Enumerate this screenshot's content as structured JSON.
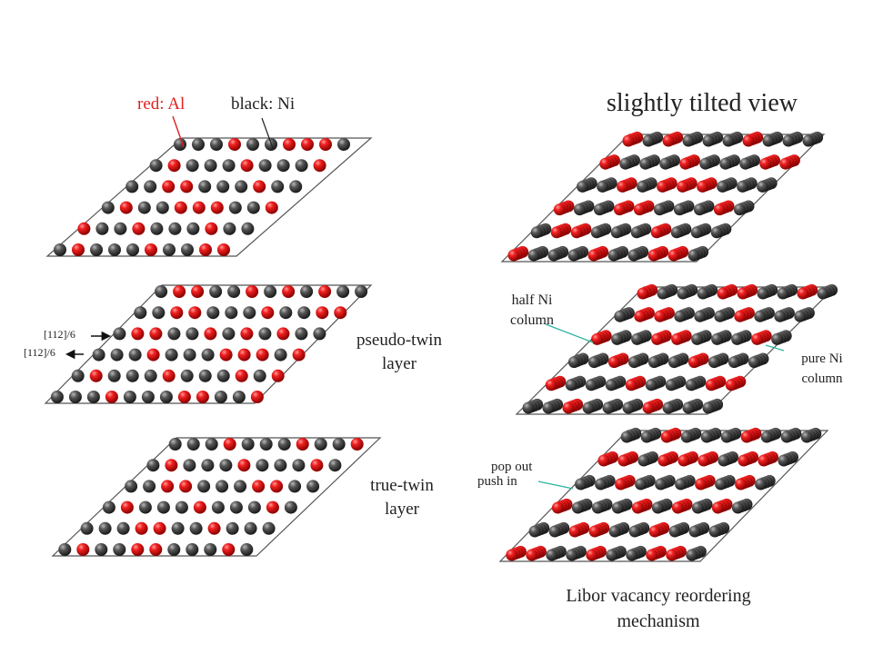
{
  "labels": {
    "red_al": "red: Al",
    "black_ni": "black: Ni",
    "title": "slightly tilted view",
    "dir1": "[112]/6",
    "dir2": "[112]/6",
    "pseudo_twin_line1": "pseudo-twin",
    "pseudo_twin_line2": "layer",
    "true_twin_line1": "true-twin",
    "true_twin_line2": "layer",
    "half_ni_line1": "half Ni",
    "half_ni_line2": "column",
    "pure_ni_line1": "pure Ni",
    "pure_ni_line2": "column",
    "pop_out": "pop out",
    "push_in": "push in",
    "mechanism_line1": "Libor vacancy reordering",
    "mechanism_line2": "mechanism"
  },
  "colors": {
    "al": "#e01818",
    "ni": "#4a4a4a",
    "frame": "#555555",
    "pointer_line": "#2bb3a0",
    "red_label": "#e02020"
  },
  "panels": [
    {
      "id": "top-left-lattice",
      "view": "top",
      "layer": "original"
    },
    {
      "id": "middle-left-lattice",
      "view": "top",
      "layer": "pseudo-twin"
    },
    {
      "id": "bottom-left-lattice",
      "view": "top",
      "layer": "true-twin"
    },
    {
      "id": "top-right-lattice",
      "view": "tilted",
      "layer": "original"
    },
    {
      "id": "middle-right-lattice",
      "view": "tilted",
      "layer": "pseudo-twin"
    },
    {
      "id": "bottom-right-lattice",
      "view": "tilted",
      "layer": "true-twin"
    }
  ]
}
